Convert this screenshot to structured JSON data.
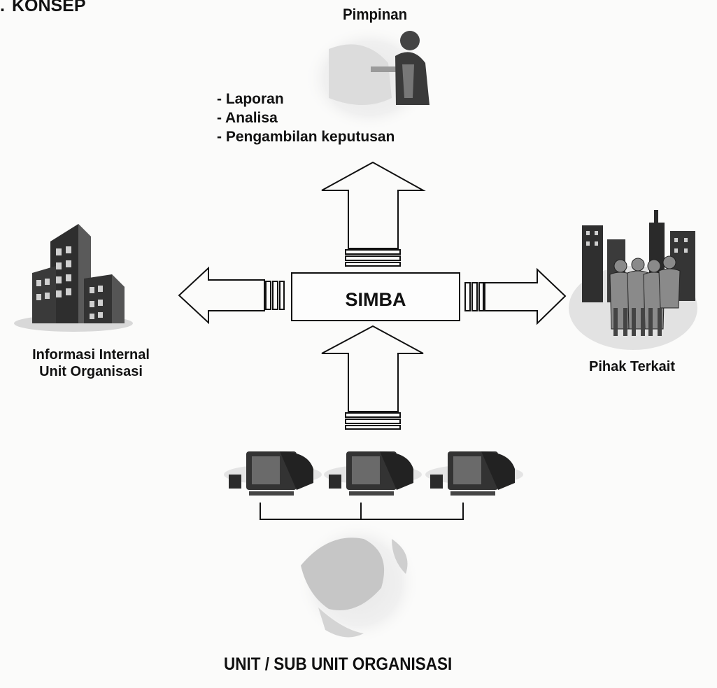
{
  "heading": "KONSEP",
  "top_label": "Pimpinan",
  "top_items": [
    "- Laporan",
    "- Analisa",
    "- Pengambilan keputusan"
  ],
  "center_label": "SIMBA",
  "left_label": [
    "Informasi Internal",
    "Unit Organisasi"
  ],
  "right_label": "Pihak Terkait",
  "bottom_label": "UNIT / SUB UNIT ORGANISASI",
  "icons": {
    "top": "manager-at-desk-icon",
    "left": "office-buildings-icon",
    "right": "people-group-city-icon",
    "bottom_computers": "desktop-computer-icon",
    "bottom": "globe-icon"
  }
}
